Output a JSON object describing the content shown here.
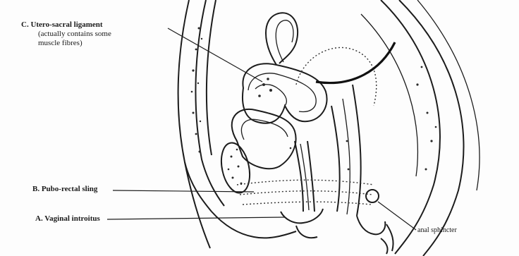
{
  "labels": {
    "ligament_line1": "C. Utero-sacral ligament",
    "ligament_line2": "(actually contains some",
    "ligament_line3": "muscle fibres)",
    "sling": "B. Pubo-rectal sling",
    "introitus": "A. Vaginal introitus",
    "sphincter": "anal sphincter"
  }
}
